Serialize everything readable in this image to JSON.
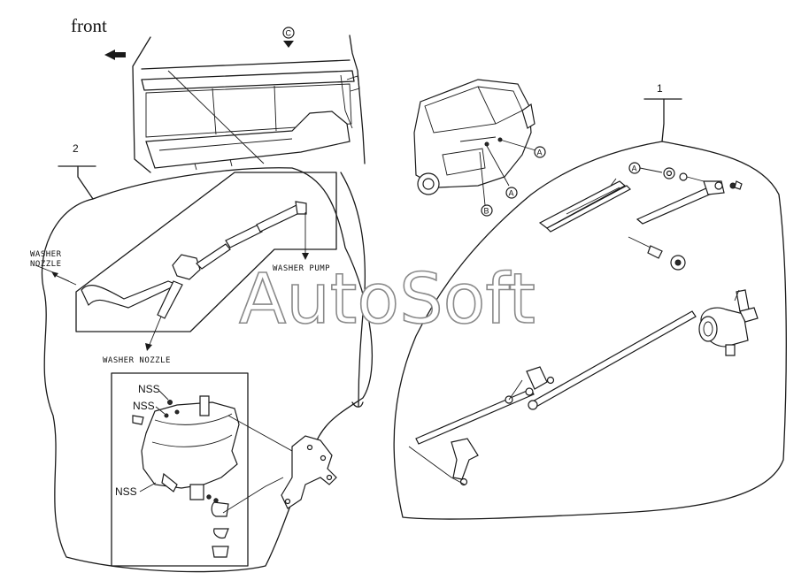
{
  "labels": {
    "front": "front",
    "view_marker": "C",
    "callout_one": "1",
    "callout_two": "2",
    "washer_nozzle_upper_line1": "WASHER",
    "washer_nozzle_upper_line2": "NOZZLE",
    "washer_pump": "WASHER PUMP",
    "washer_nozzle_lower": "WASHER NOZZLE",
    "nss_1": "NSS",
    "nss_2": "NSS",
    "nss_3": "NSS",
    "ref_a_1": "A",
    "ref_a_2": "A",
    "ref_a_3": "A",
    "ref_b": "B"
  },
  "watermark": "AutoSoft",
  "colors": {
    "line": "#1a1a1a",
    "background": "#ffffff",
    "watermark_outline": "#8a8a8a"
  }
}
